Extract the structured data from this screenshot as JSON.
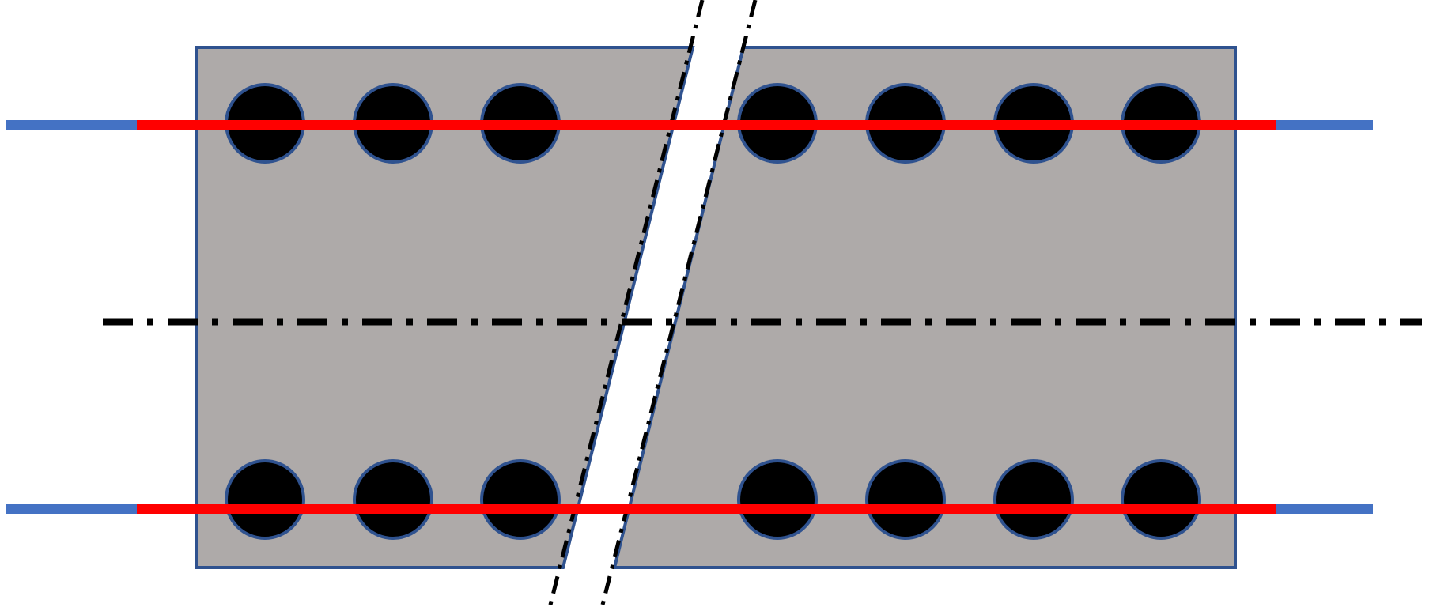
{
  "diagram": {
    "type": "schematic",
    "description_text": "",
    "colors": {
      "background": "#FFFFFF",
      "body_fill": "#AEAAA9",
      "body_stroke": "#2F528F",
      "bar_fill": "#000000",
      "bar_stroke": "#2F528F",
      "tendon_inner": "#FF0000",
      "tendon_outer": "#4472C4",
      "centerline": "#000000",
      "break_line": "#000000"
    },
    "bars": {
      "top_row_count": 7,
      "bottom_row_count": 7
    }
  }
}
